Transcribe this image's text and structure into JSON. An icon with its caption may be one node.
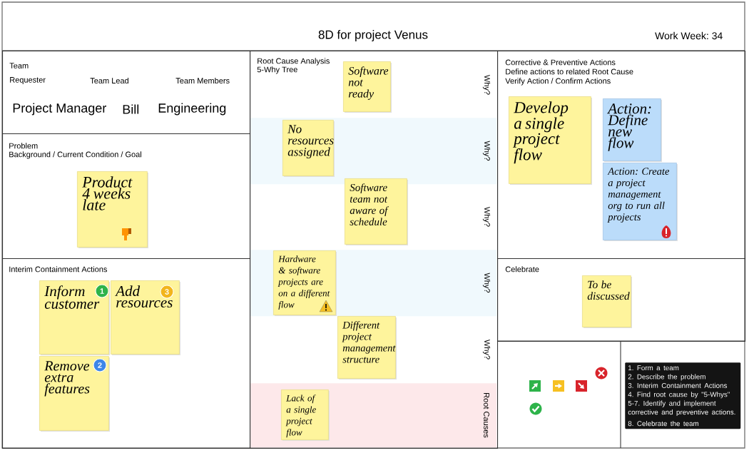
{
  "diagram": {
    "title": "8D for project Venus",
    "nodes": [
      {
        "text": [
          "Team",
          "Requester",
          "Team Lead",
          "Team Members",
          "Project Manager",
          "Bill",
          "Engineering"
        ]
      },
      {
        "text": [
          "Problem",
          "Background / Current Condition / Goal"
        ]
      },
      {
        "text": [
          "Product 4 weeks late"
        ],
        "in": 1
      },
      {
        "text": [
          "Interim Containment Actions"
        ]
      },
      {
        "text": [
          "Inform customer",
          "1"
        ],
        "in": 3
      },
      {
        "text": [
          "Add resources",
          "3"
        ],
        "in": 3
      },
      {
        "text": [
          "Remove extra features",
          "2"
        ],
        "in": 3
      },
      {
        "text": [
          "Root Cause Analysis",
          "5-Why Tree"
        ]
      },
      {
        "text": [
          "Why?"
        ],
        "in": 7
      },
      {
        "text": [
          "Why?"
        ],
        "in": 7
      },
      {
        "text": [
          "Why?"
        ],
        "in": 7
      },
      {
        "text": [
          "Why?"
        ],
        "in": 7
      },
      {
        "text": [
          "Why?"
        ],
        "in": 7
      },
      {
        "text": [
          "Root Causes"
        ],
        "in": 7
      },
      {
        "text": [
          "Software not ready"
        ],
        "in": 7
      },
      {
        "text": [
          "No resources assigned"
        ],
        "in": 9
      },
      {
        "text": [
          "Software team not aware of schedule"
        ],
        "in": 7
      },
      {
        "text": [
          "Hardware & software projects are on a different flow"
        ],
        "in": 11
      },
      {
        "text": [
          "Different project management structure"
        ],
        "in": 7
      },
      {
        "text": [
          "Lack of a single project flow"
        ],
        "in": 13
      },
      {
        "text": [
          "Corrective & Preventive Actions",
          "Define actions to related Root Cause",
          "Verify Action / Confirm Actions"
        ]
      },
      {
        "text": [
          "Develop a single project flow"
        ],
        "in": 20
      },
      {
        "text": [
          "Action: Define new flow"
        ],
        "in": 20
      },
      {
        "text": [
          "Action: Create a project management org to run all projects"
        ],
        "in": 20
      },
      {
        "text": [
          "Celebrate"
        ]
      },
      {
        "text": [
          "To be discussed"
        ],
        "in": 24
      },
      {
        "text": [
          "1. Form a team",
          "2. Describe the problem",
          "3. Interim Containment Actions",
          "4. Find root cause by \"5-Whys\"",
          "5-7. Identify and implement corrective and preventive actions.",
          "8. Celebrate the team"
        ]
      }
    ],
    "labels": [
      "Work Week: 34"
    ]
  }
}
